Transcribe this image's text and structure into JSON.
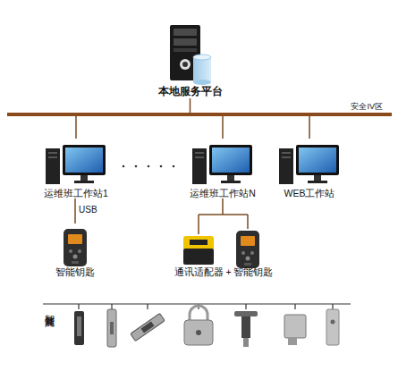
{
  "diagram": {
    "nodes": [
      {
        "text": [
          "本地服务平台"
        ]
      },
      {
        "text": [
          "安全IV区"
        ]
      },
      {
        "text": [
          "运维班工作站1"
        ]
      },
      {
        "text": [
          "运维班工作站N"
        ]
      },
      {
        "text": [
          "WEB工作站"
        ]
      },
      {
        "text": [
          "智能钥匙"
        ]
      },
      {
        "text": [
          "通讯适配器 + 智能钥匙"
        ]
      },
      {
        "text": [
          "智能锁具"
        ]
      }
    ],
    "edges": [
      {
        "from": 0,
        "to": 1,
        "arrow": "none"
      },
      {
        "from": 1,
        "to": 2,
        "arrow": "none"
      },
      {
        "from": 1,
        "to": 3,
        "arrow": "none"
      },
      {
        "from": 1,
        "to": 4,
        "arrow": "none"
      },
      {
        "from": 2,
        "to": 5,
        "label": "USB",
        "arrow": "none"
      },
      {
        "from": 3,
        "to": 6,
        "arrow": "none"
      }
    ]
  }
}
